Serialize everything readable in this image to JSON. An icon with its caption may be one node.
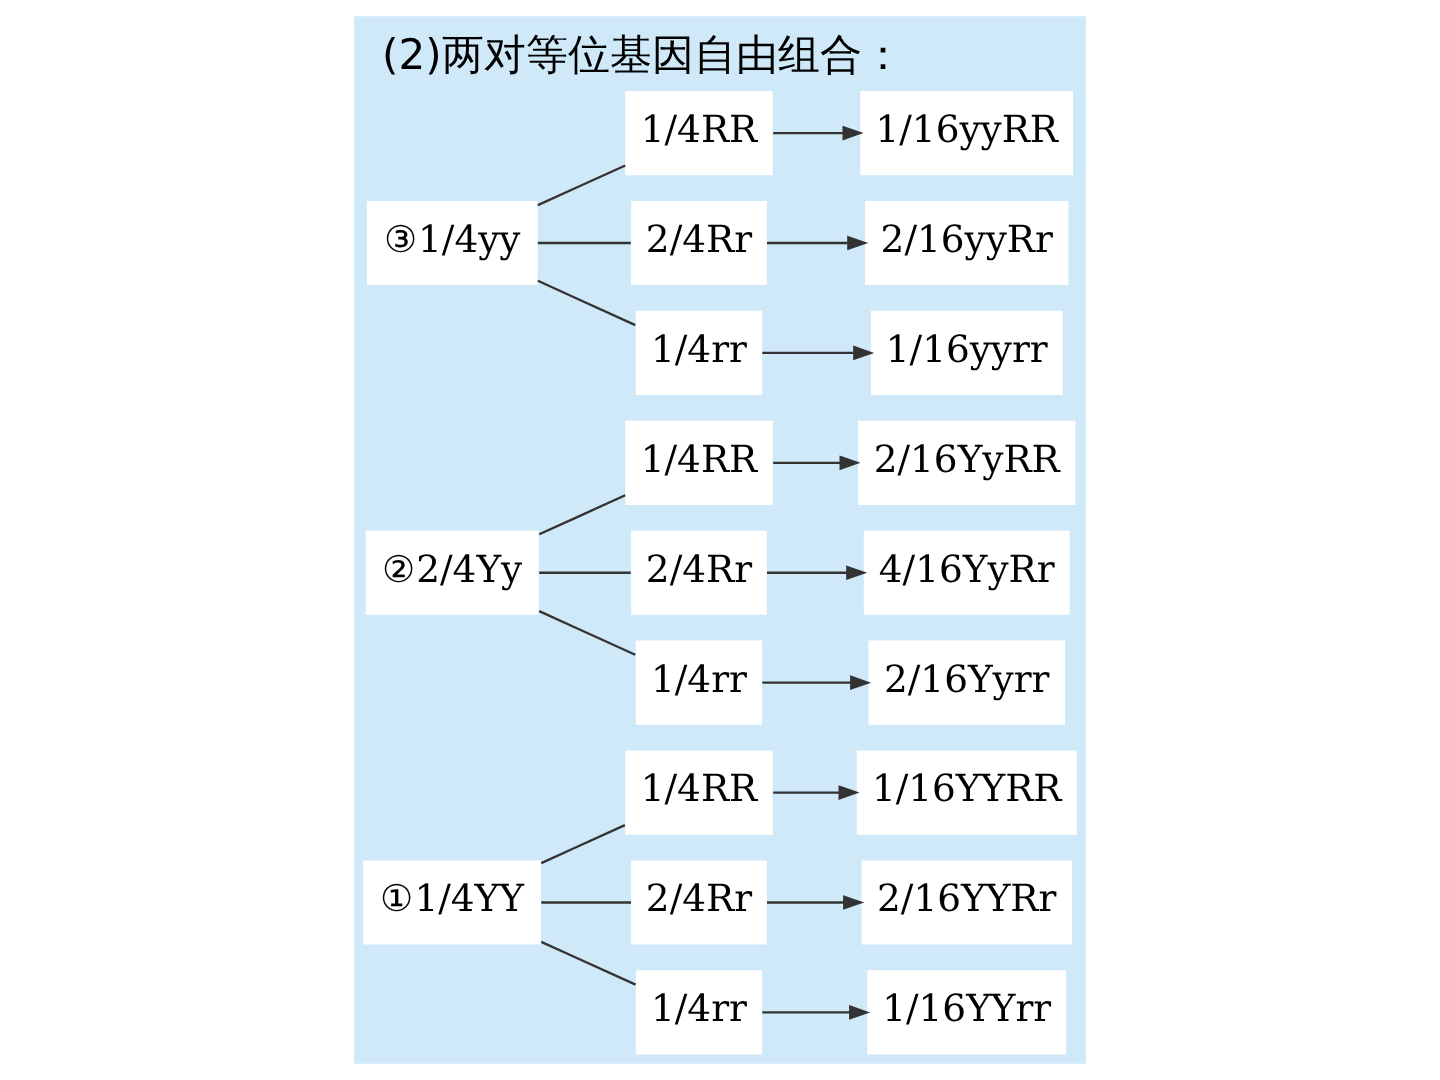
{
  "diagram": {
    "title": "(2)两对等位基因自由组合：",
    "nodes": [
      {
        "text": [
          "①1/4YY"
        ]
      },
      {
        "text": [
          "1/4RR"
        ]
      },
      {
        "text": [
          "1/16YYRR"
        ]
      },
      {
        "text": [
          "2/4Rr"
        ]
      },
      {
        "text": [
          "2/16YYRr"
        ]
      },
      {
        "text": [
          "1/4rr"
        ]
      },
      {
        "text": [
          "1/16YYrr"
        ]
      },
      {
        "text": [
          "②2/4Yy"
        ]
      },
      {
        "text": [
          "1/4RR"
        ]
      },
      {
        "text": [
          "2/16YyRR"
        ]
      },
      {
        "text": [
          "2/4Rr"
        ]
      },
      {
        "text": [
          "4/16YyRr"
        ]
      },
      {
        "text": [
          "1/4rr"
        ]
      },
      {
        "text": [
          "2/16Yyrr"
        ]
      },
      {
        "text": [
          "③1/4yy"
        ]
      },
      {
        "text": [
          "1/4RR"
        ]
      },
      {
        "text": [
          "1/16yyRR"
        ]
      },
      {
        "text": [
          "2/4Rr"
        ]
      },
      {
        "text": [
          "2/16yyRr"
        ]
      },
      {
        "text": [
          "1/4rr"
        ]
      },
      {
        "text": [
          "1/16yyrr"
        ]
      }
    ],
    "edges": [
      {
        "from": 0,
        "to": 1,
        "arrow": "none"
      },
      {
        "from": 1,
        "to": 2,
        "arrow": "to"
      },
      {
        "from": 0,
        "to": 3,
        "arrow": "none"
      },
      {
        "from": 3,
        "to": 4,
        "arrow": "to"
      },
      {
        "from": 0,
        "to": 5,
        "arrow": "none"
      },
      {
        "from": 5,
        "to": 6,
        "arrow": "to"
      },
      {
        "from": 7,
        "to": 8,
        "arrow": "none"
      },
      {
        "from": 8,
        "to": 9,
        "arrow": "to"
      },
      {
        "from": 7,
        "to": 10,
        "arrow": "none"
      },
      {
        "from": 10,
        "to": 11,
        "arrow": "to"
      },
      {
        "from": 7,
        "to": 12,
        "arrow": "none"
      },
      {
        "from": 12,
        "to": 13,
        "arrow": "to"
      },
      {
        "from": 14,
        "to": 15,
        "arrow": "none"
      },
      {
        "from": 15,
        "to": 16,
        "arrow": "to"
      },
      {
        "from": 14,
        "to": 17,
        "arrow": "none"
      },
      {
        "from": 17,
        "to": 18,
        "arrow": "to"
      },
      {
        "from": 14,
        "to": 19,
        "arrow": "none"
      },
      {
        "from": 19,
        "to": 20,
        "arrow": "to"
      }
    ]
  }
}
